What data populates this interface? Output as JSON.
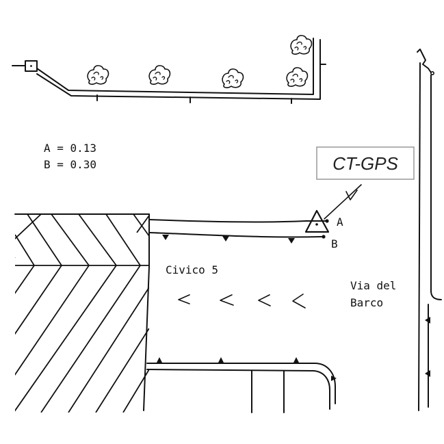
{
  "measurements": {
    "a": "A = 0.13",
    "b": "B = 0.30"
  },
  "station": {
    "label": "CT-GPS",
    "point_a": "A",
    "point_b": "B"
  },
  "building": {
    "name": "Civico 5"
  },
  "street": {
    "line1": "Via del",
    "line2": "Barco"
  },
  "direction_marks": [
    "<",
    "<",
    "<",
    "<"
  ],
  "icons": {
    "shrub": "shrub-icon",
    "station_marker": "triangle-station-icon",
    "box": "square-box-icon"
  },
  "colors": {
    "ink": "#111111",
    "label_border": "#999999",
    "background": "#ffffff"
  }
}
